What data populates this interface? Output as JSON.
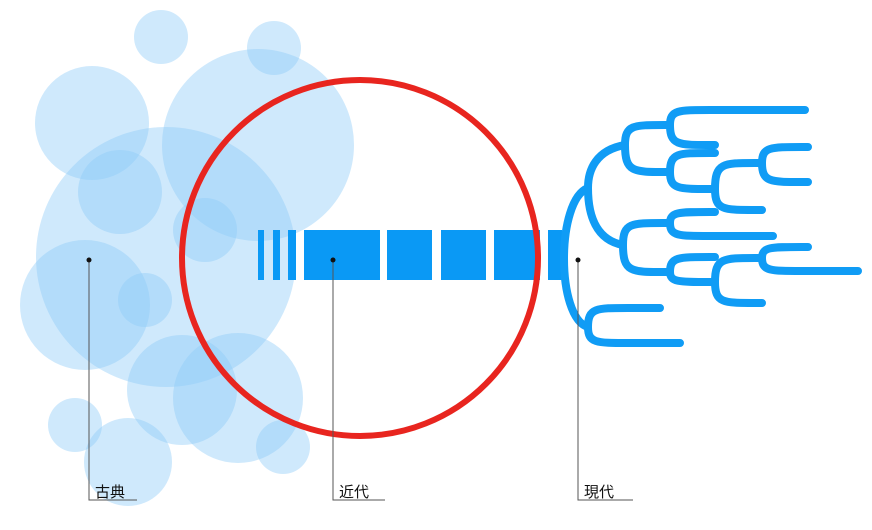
{
  "labels": {
    "classical": "古典",
    "modern": "近代",
    "contemporary": "現代"
  },
  "colors": {
    "bubble": "#8ccaf7",
    "ring": "#e8251f",
    "bars": "#0a99f5",
    "tree": "#109cf5",
    "leader": "#555555"
  }
}
